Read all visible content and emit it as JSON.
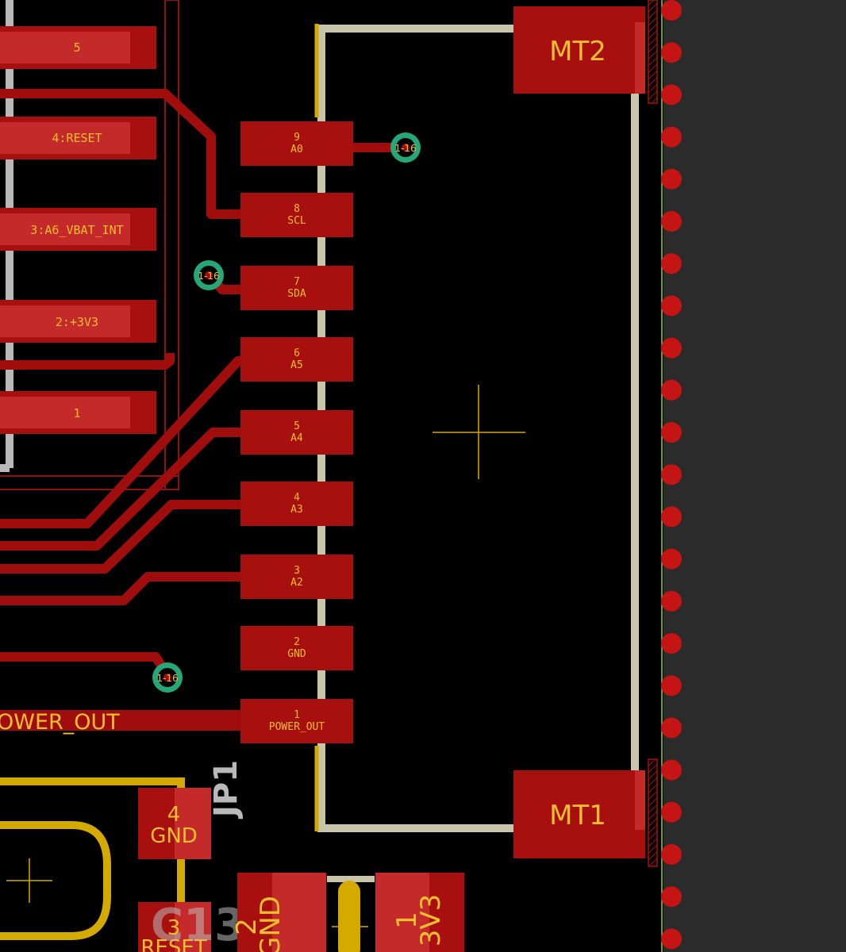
{
  "colors": {
    "background": "#000000",
    "panel": "#2b2b2b",
    "pad": "#a80f0f",
    "pad_highlight": "#c42a2a",
    "trace": "#a00d0d",
    "outline": "#c9c5a8",
    "label": "#f4bf2e",
    "via_ring": "#25a77a",
    "silkscreen": "#b9b9b9",
    "yellow_outline": "#d4aa00"
  },
  "left_pads": [
    {
      "label": "5"
    },
    {
      "label": "4:RESET"
    },
    {
      "label": "3:A6_VBAT_INT"
    },
    {
      "label": "2:+3V3"
    },
    {
      "label": "1"
    }
  ],
  "connector": {
    "pins": [
      {
        "num": "9",
        "name": "A0"
      },
      {
        "num": "8",
        "name": "SCL"
      },
      {
        "num": "7",
        "name": "SDA"
      },
      {
        "num": "6",
        "name": "A5"
      },
      {
        "num": "5",
        "name": "A4"
      },
      {
        "num": "4",
        "name": "A3"
      },
      {
        "num": "3",
        "name": "A2"
      },
      {
        "num": "2",
        "name": "GND"
      },
      {
        "num": "1",
        "name": "POWER_OUT"
      }
    ],
    "mount_top": "MT2",
    "mount_bottom": "MT1",
    "refdes": "JP1"
  },
  "vias": [
    {
      "label": "1-16"
    },
    {
      "label": "1-16"
    },
    {
      "label": "1-16"
    }
  ],
  "net_label": "OWER_OUT",
  "bottom_pads": [
    {
      "num": "4",
      "name": "GND"
    },
    {
      "num": "3",
      "name": "RESET"
    },
    {
      "num": "2",
      "name": "GND"
    },
    {
      "num": "1",
      "name": "3V3"
    }
  ],
  "bottom_refdes": "C13"
}
